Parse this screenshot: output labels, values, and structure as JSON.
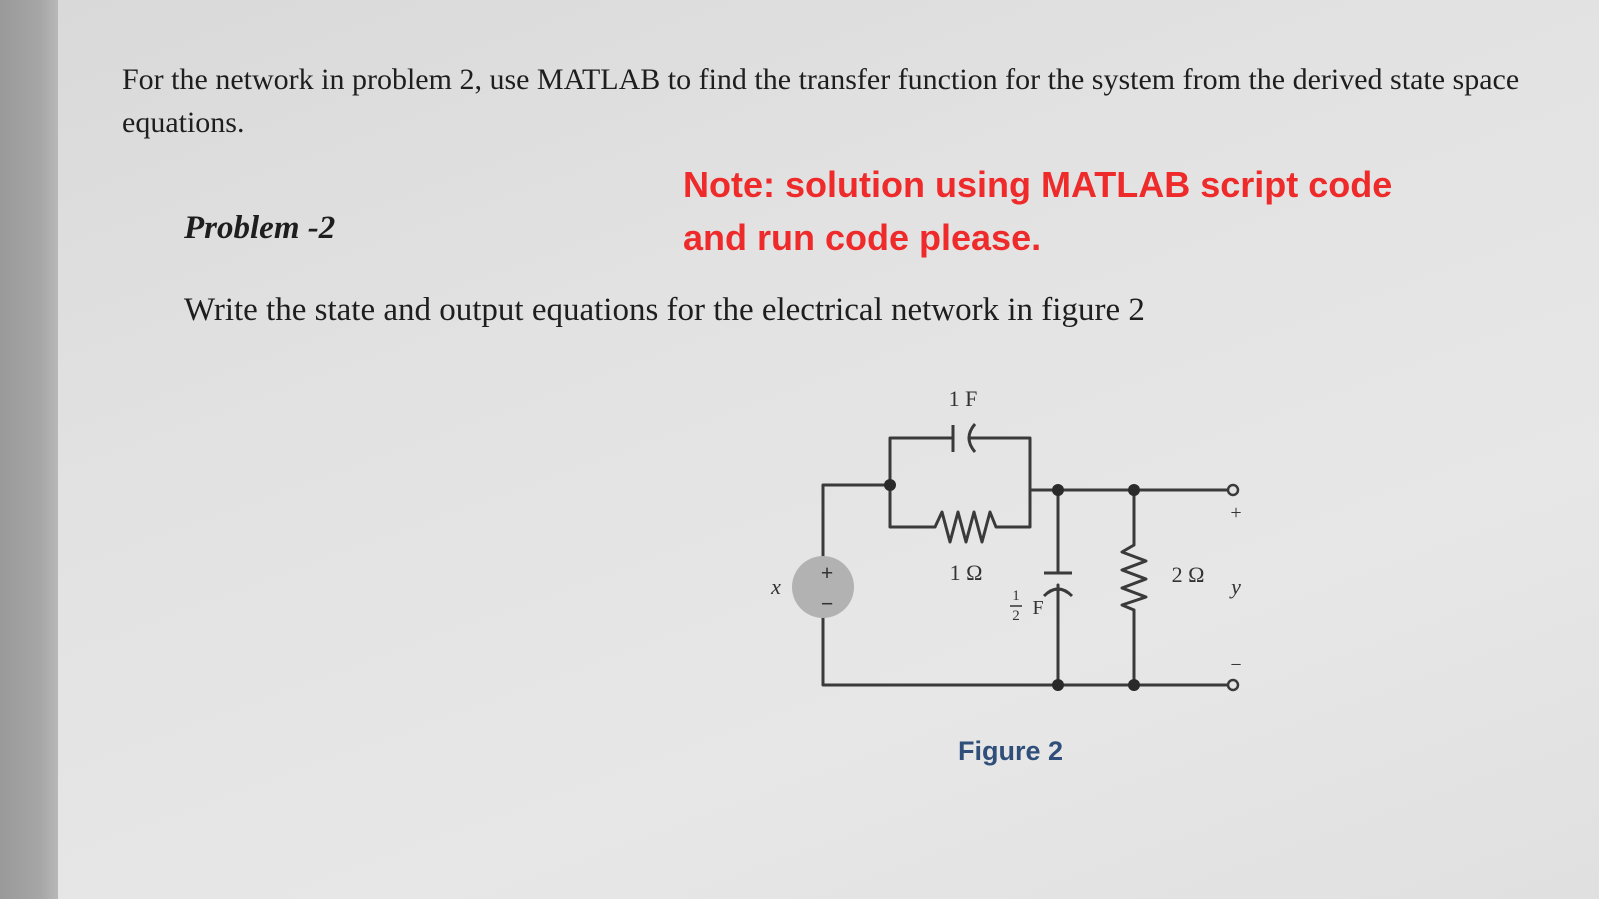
{
  "intro_text": "For the network in problem 2, use MATLAB to find the transfer function for the system from the derived state space equations.",
  "problem_heading": "Problem -2",
  "note": {
    "line1": "Note: solution using MATLAB script code",
    "line2": "and run code please."
  },
  "problem_statement": "Write the state and output equations for the electrical network in figure 2",
  "figure": {
    "caption": "Figure 2",
    "capacitor_top_label": "1 F",
    "resistor_1_label": "1 Ω",
    "capacitor_mid_value": "F",
    "capacitor_mid_fraction": [
      "1",
      "2"
    ],
    "resistor_2_label": "2 Ω",
    "input_label": "x",
    "output_label": "y",
    "source_plus": "+",
    "source_minus": "−",
    "output_plus": "+",
    "output_minus": "−"
  }
}
